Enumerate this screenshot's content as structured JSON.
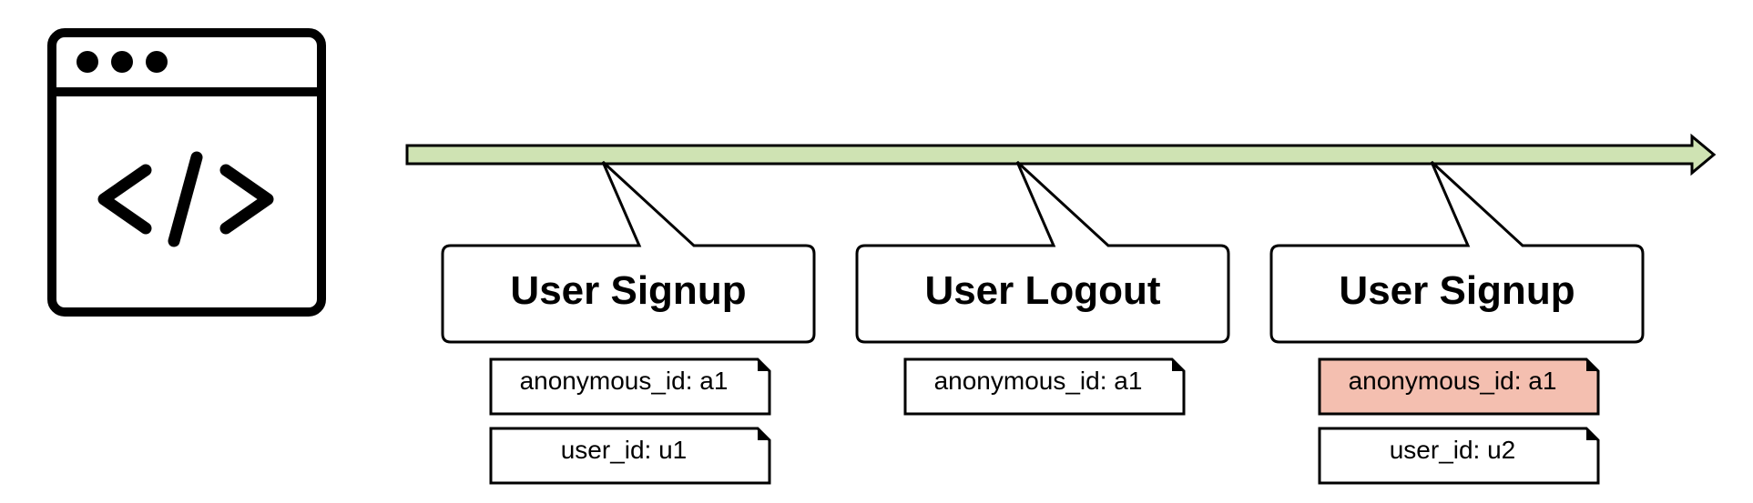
{
  "colors": {
    "timeline_fill": "#cfe3b3",
    "highlight_note_fill": "#f4bfb0",
    "note_fill": "#ffffff",
    "stroke": "#000000"
  },
  "icons": {
    "app": "browser-code-window-icon",
    "timeline": "timeline-arrow"
  },
  "events": [
    {
      "title": "User Signup",
      "notes": [
        {
          "text": "anonymous_id: a1",
          "highlight": false
        },
        {
          "text": "user_id: u1",
          "highlight": false
        }
      ]
    },
    {
      "title": "User Logout",
      "notes": [
        {
          "text": "anonymous_id: a1",
          "highlight": false
        }
      ]
    },
    {
      "title": "User Signup",
      "notes": [
        {
          "text": "anonymous_id: a1",
          "highlight": true
        },
        {
          "text": "user_id: u2",
          "highlight": false
        }
      ]
    }
  ]
}
